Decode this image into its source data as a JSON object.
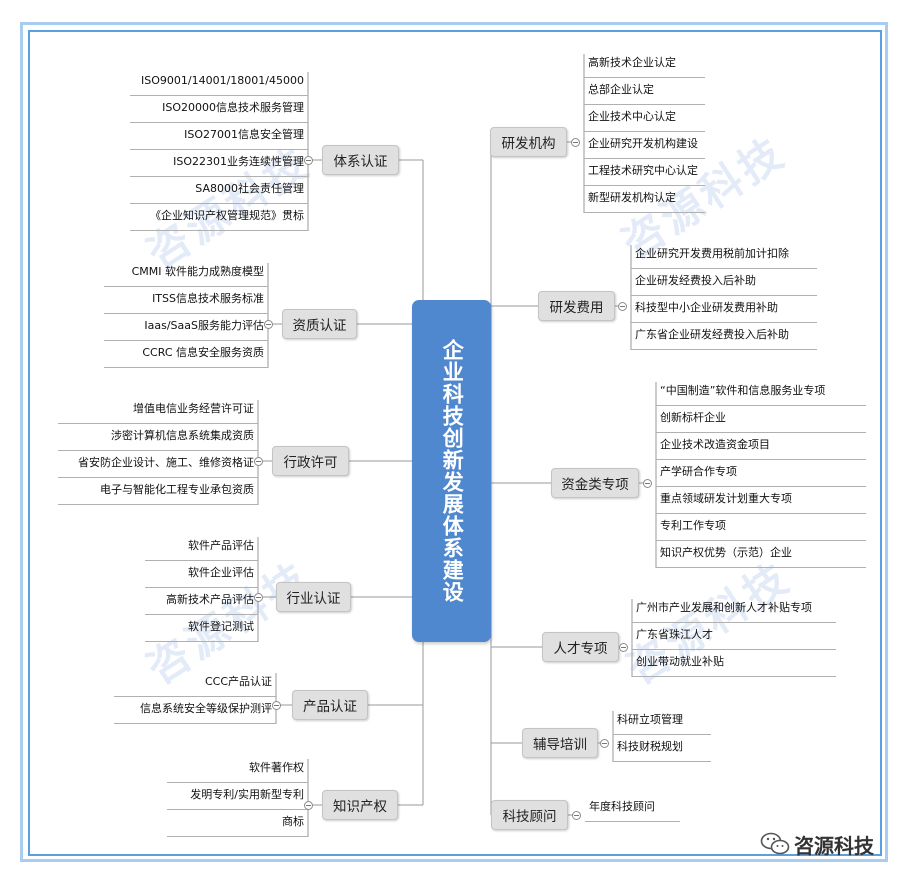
{
  "center_title": "企业科技创新发展体系建设",
  "watermark": "咨源科技",
  "logo_text": "咨源科技",
  "left_branches": [
    {
      "label": "体系认证",
      "items": [
        "ISO9001/14001/18001/45000",
        "ISO20000信息技术服务管理",
        "ISO27001信息安全管理",
        "ISO22301业务连续性管理",
        "SA8000社会责任管理",
        "《企业知识产权管理规范》贯标"
      ]
    },
    {
      "label": "资质认证",
      "items": [
        "CMMI 软件能力成熟度模型",
        "ITSS信息技术服务标准",
        "Iaas/SaaS服务能力评估",
        "CCRC 信息安全服务资质"
      ]
    },
    {
      "label": "行政许可",
      "items": [
        "增值电信业务经营许可证",
        "涉密计算机信息系统集成资质",
        "省安防企业设计、施工、维修资格证",
        "电子与智能化工程专业承包资质"
      ]
    },
    {
      "label": "行业认证",
      "items": [
        "软件产品评估",
        "软件企业评估",
        "高新技术产品评估",
        "软件登记测试"
      ]
    },
    {
      "label": "产品认证",
      "items": [
        "CCC产品认证",
        "信息系统安全等级保护测评"
      ]
    },
    {
      "label": "知识产权",
      "items": [
        "软件著作权",
        "发明专利/实用新型专利",
        "商标"
      ]
    }
  ],
  "right_branches": [
    {
      "label": "研发机构",
      "items": [
        "高新技术企业认定",
        "总部企业认定",
        "企业技术中心认定",
        "企业研究开发机构建设",
        "工程技术研究中心认定",
        "新型研发机构认定"
      ]
    },
    {
      "label": "研发费用",
      "items": [
        "企业研究开发费用税前加计扣除",
        "企业研发经费投入后补助",
        "科技型中小企业研发费用补助",
        "广东省企业研发经费投入后补助"
      ]
    },
    {
      "label": "资金类专项",
      "items": [
        "“中国制造”软件和信息服务业专项",
        "创新标杆企业",
        "企业技术改造资金项目",
        "产学研合作专项",
        "重点领域研发计划重大专项",
        "专利工作专项",
        "知识产权优势（示范）企业"
      ]
    },
    {
      "label": "人才专项",
      "items": [
        "广州市产业发展和创新人才补贴专项",
        "广东省珠江人才",
        "创业带动就业补贴"
      ]
    },
    {
      "label": "辅导培训",
      "items": [
        "科研立项管理",
        "科技财税规划"
      ]
    },
    {
      "label": "科技顾问",
      "items": [
        "年度科技顾问"
      ]
    }
  ]
}
